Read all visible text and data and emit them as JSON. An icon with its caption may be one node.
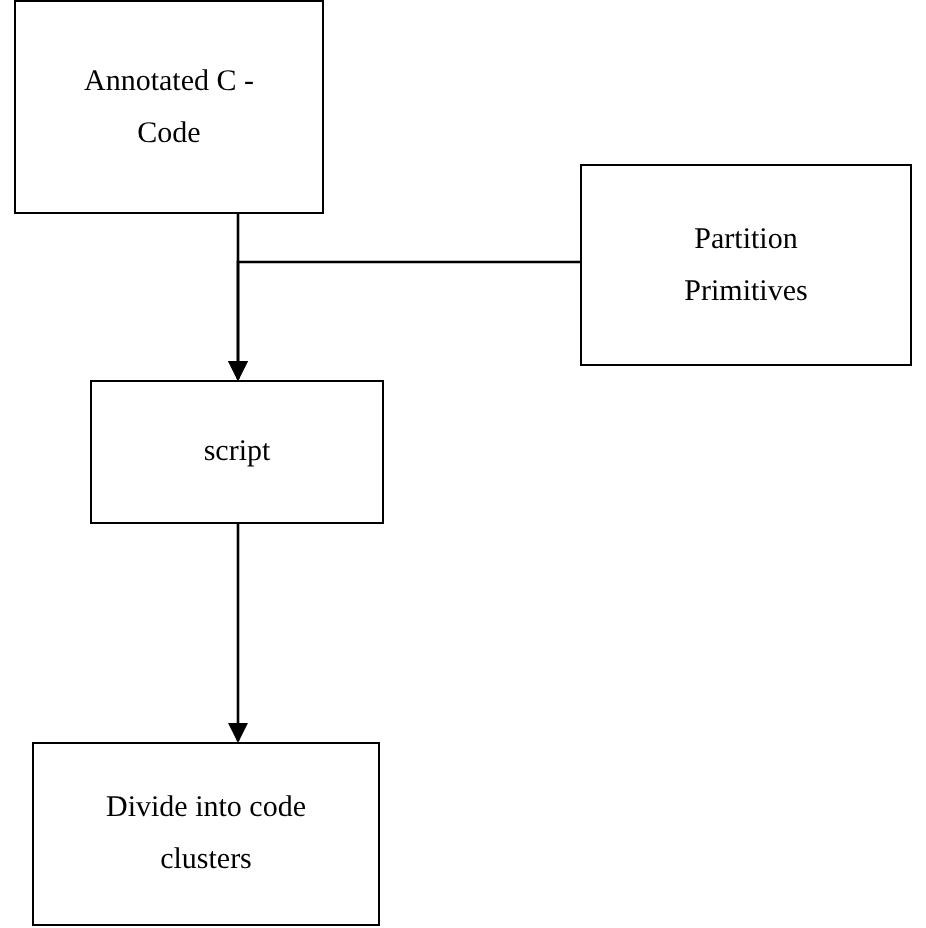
{
  "diagram": {
    "nodes": [
      {
        "text": [
          "Annotated C - Code"
        ]
      },
      {
        "text": [
          "Partition Primitives"
        ]
      },
      {
        "text": [
          "script"
        ]
      },
      {
        "text": [
          "Divide into code clusters"
        ]
      }
    ],
    "edges": [
      {
        "from": 0,
        "to": 2,
        "arrow": "to"
      },
      {
        "from": 1,
        "to": 2,
        "arrow": "to"
      },
      {
        "from": 2,
        "to": 3,
        "arrow": "to"
      }
    ]
  }
}
